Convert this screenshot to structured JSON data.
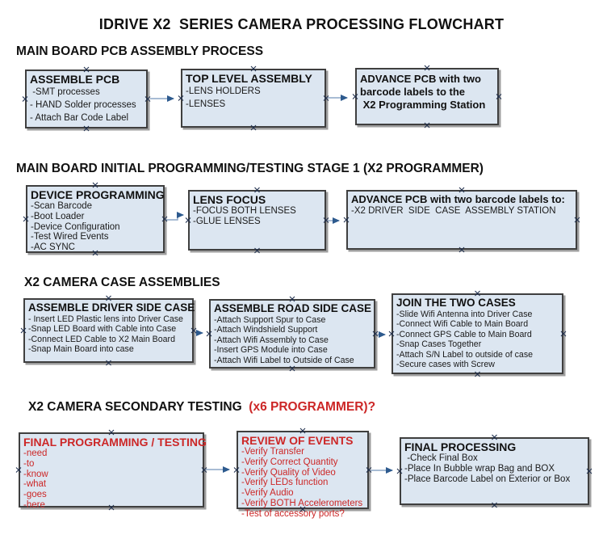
{
  "colors": {
    "box_fill": "#dce6f1",
    "box_border": "#3f3f3f",
    "red_text": "#cc2727",
    "arrow_line": "#8ca6c6",
    "arrow_head": "#2d5a8e",
    "anchor_mark": "#20304e"
  },
  "title": "IDRIVE X2  SERIES CAMERA PROCESSING FLOWCHART",
  "sections": [
    {
      "heading": "MAIN BOARD PCB ASSEMBLY PROCESS",
      "boxes": [
        {
          "title_lines": [
            "ASSEMBLE PCB"
          ],
          "items": [
            " -SMT processes",
            "- HAND Solder processes",
            "- Attach Bar Code Label"
          ]
        },
        {
          "title_lines": [
            "TOP LEVEL ASSEMBLY"
          ],
          "items": [
            "-LENS HOLDERS",
            "-LENSES"
          ]
        },
        {
          "title_lines": [
            "ADVANCE PCB with two",
            "barcode labels to the",
            " X2 Programming Station"
          ],
          "items": []
        }
      ]
    },
    {
      "heading": "MAIN BOARD INITIAL PROGRAMMING/TESTING STAGE 1 (X2 PROGRAMMER)",
      "boxes": [
        {
          "title_lines": [
            "DEVICE PROGRAMMING"
          ],
          "items": [
            "-Scan Barcode",
            "-Boot Loader",
            "-Device Configuration",
            "-Test Wired Events",
            "-AC SYNC"
          ]
        },
        {
          "title_lines": [
            "LENS FOCUS"
          ],
          "items": [
            "-FOCUS BOTH LENSES",
            "-GLUE LENSES"
          ]
        },
        {
          "title_lines": [
            "ADVANCE PCB with two barcode labels to:"
          ],
          "items": [
            "-X2 DRIVER  SIDE  CASE  ASSEMBLY STATION"
          ]
        }
      ]
    },
    {
      "heading": "X2 CAMERA CASE ASSEMBLIES",
      "boxes": [
        {
          "title_lines": [
            "ASSEMBLE DRIVER SIDE CASE"
          ],
          "items": [
            "- Insert LED Plastic lens into Driver Case",
            "-Snap LED Board with Cable into Case",
            "-Connect LED Cable to X2 Main Board",
            "-Snap Main Board into case"
          ]
        },
        {
          "title_lines": [
            "ASSEMBLE ROAD SIDE CASE"
          ],
          "items": [
            "-Attach Support Spur to Case",
            "-Attach Windshield Support",
            "-Attach Wifi Assembly to Case",
            "-Insert GPS Module into Case",
            "-Attach Wifi Label to Outside of Case"
          ]
        },
        {
          "title_lines": [
            "JOIN THE TWO CASES"
          ],
          "items": [
            "-Slide Wifi Antenna into Driver Case",
            "-Connect Wifi Cable to Main Board",
            "-Connect GPS Cable to Main Board",
            "-Snap Cases Together",
            "-Attach S/N Label to outside of case",
            "-Secure cases with Screw"
          ]
        }
      ]
    },
    {
      "heading_black": "X2 CAMERA SECONDARY TESTING ",
      "heading_red": " (x6 PROGRAMMER)?",
      "boxes": [
        {
          "title_lines": [
            "FINAL PROGRAMMING / TESTING"
          ],
          "items": [
            "-need",
            "-to",
            "-know",
            "-what",
            "-goes",
            "-here"
          ]
        },
        {
          "title_lines": [
            "REVIEW OF EVENTS"
          ],
          "items": [
            "-Verify Transfer",
            "-Verify Correct Quantity",
            "-Verify Quality of Video",
            "-Verify LEDs function",
            "-Verify Audio",
            "-Verify BOTH Accelerometers",
            "-Test of accessory ports?"
          ]
        },
        {
          "title_lines": [
            "FINAL PROCESSING"
          ],
          "items": [
            " -Check Final Box",
            "-Place In Bubble wrap Bag and BOX",
            "-Place Barcode Label on Exterior or Box"
          ]
        }
      ]
    }
  ]
}
